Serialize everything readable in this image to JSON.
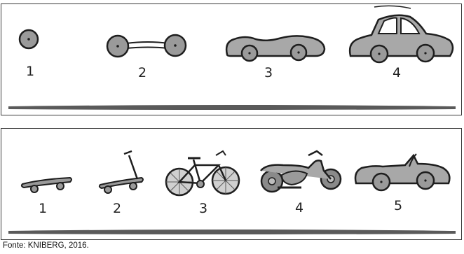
{
  "top_sequence": {
    "steps": [
      {
        "label": "1",
        "icon": "wheel-icon"
      },
      {
        "label": "2",
        "icon": "axle-icon"
      },
      {
        "label": "3",
        "icon": "car-body-icon"
      },
      {
        "label": "4",
        "icon": "car-icon"
      }
    ]
  },
  "bottom_sequence": {
    "steps": [
      {
        "label": "1",
        "icon": "skateboard-icon"
      },
      {
        "label": "2",
        "icon": "scooter-icon"
      },
      {
        "label": "3",
        "icon": "bicycle-icon"
      },
      {
        "label": "4",
        "icon": "motorcycle-icon"
      },
      {
        "label": "5",
        "icon": "convertible-car-icon"
      }
    ]
  },
  "caption": "Fonte: KNIBERG, 2016.",
  "colors": {
    "wheel_fill": "#9a9a9a",
    "body_fill": "#a8a8a8",
    "outline": "#1e1e1e",
    "ground": "#5a5a5a"
  }
}
